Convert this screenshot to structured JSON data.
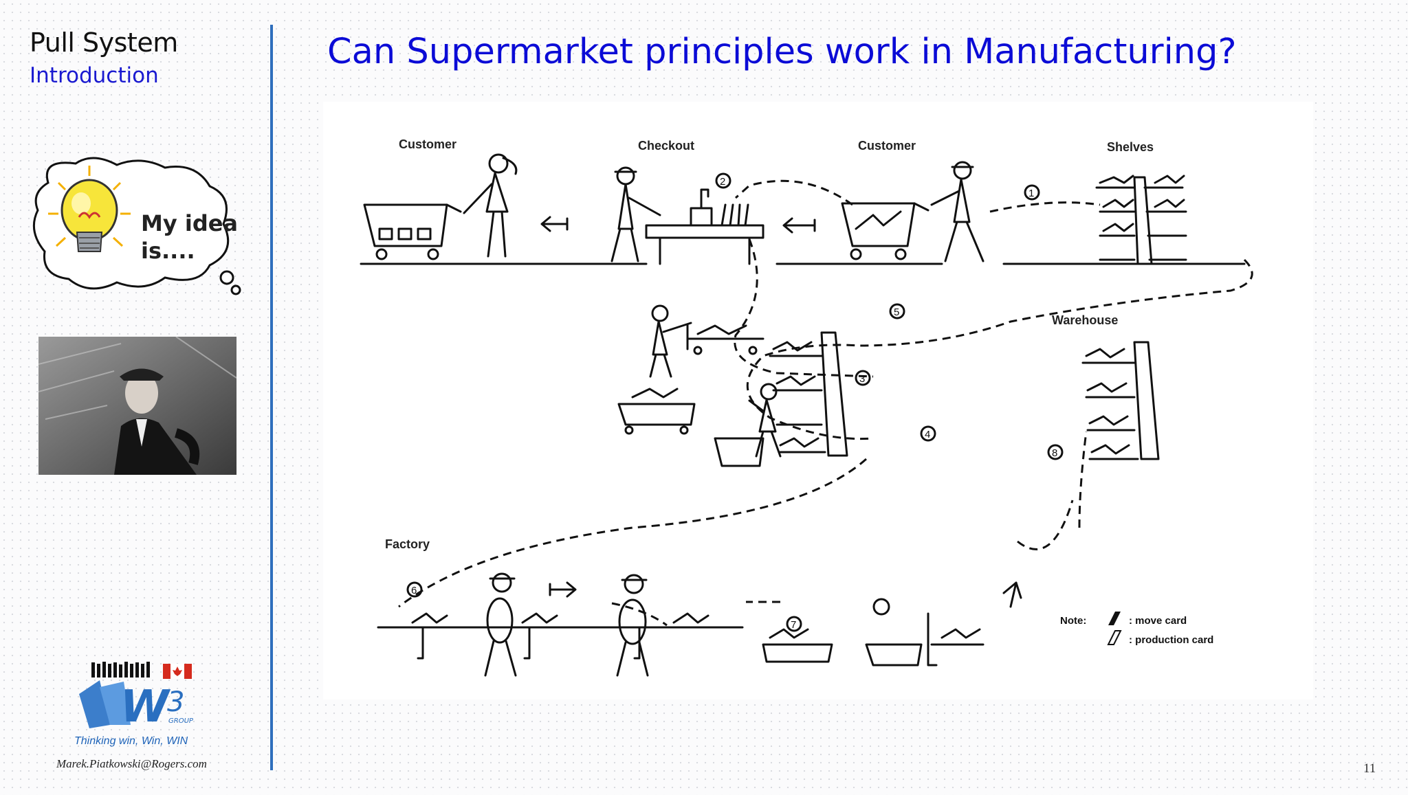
{
  "sidebar": {
    "title": "Pull System",
    "subtitle": "Introduction",
    "idea_bubble_text": "My idea is....",
    "tagline": "Thinking win, Win, WIN",
    "email": "Marek.Piatkowski@Rogers.com"
  },
  "main": {
    "title": "Can Supermarket principles work in Manufacturing?",
    "page_number": "11"
  },
  "diagram": {
    "labels": {
      "customer_left": "Customer",
      "checkout": "Checkout",
      "customer_right": "Customer",
      "shelves": "Shelves",
      "warehouse": "Warehouse",
      "factory": "Factory"
    },
    "steps": [
      "1",
      "2",
      "3",
      "4",
      "5",
      "6",
      "7",
      "8"
    ],
    "note": {
      "label": "Note:",
      "move_card": ": move card",
      "production_card": ": production card"
    }
  },
  "colors": {
    "title_blue": "#0b0bd6",
    "subtitle_blue": "#1a1ad0",
    "divider_blue": "#2f6fbd",
    "canada_red": "#d52b1e"
  }
}
